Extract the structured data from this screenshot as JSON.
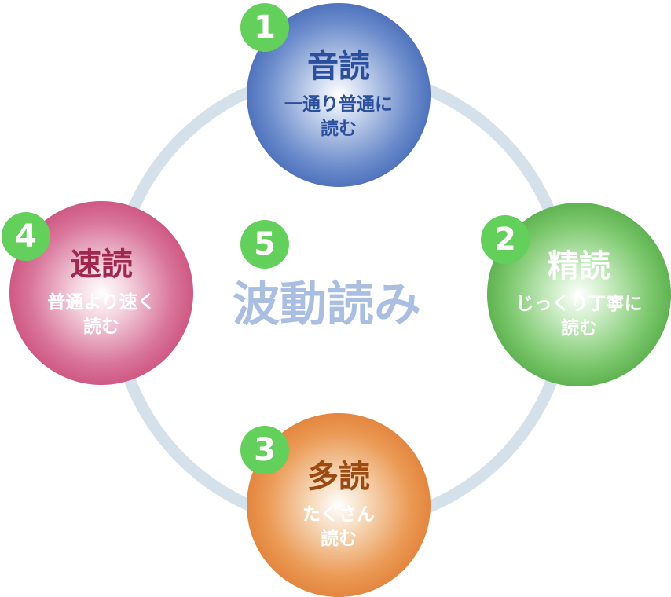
{
  "nodes": [
    {
      "number": "1",
      "title": "音読",
      "desc": "一通り普通に\n読む",
      "color": "#3d63b3"
    },
    {
      "number": "2",
      "title": "精読",
      "desc": "じっくり丁寧に\n読む",
      "color": "#4ea641"
    },
    {
      "number": "3",
      "title": "多読",
      "desc": "たくさん\n読む",
      "color": "#de7a33"
    },
    {
      "number": "4",
      "title": "速読",
      "desc": "普通より速く\n読む",
      "color": "#c84875"
    }
  ],
  "center": {
    "number": "5",
    "title": "波動読み",
    "color": "#a9bee0"
  },
  "ring_color": "#d5e1ea",
  "badge_color": "#62d05a"
}
